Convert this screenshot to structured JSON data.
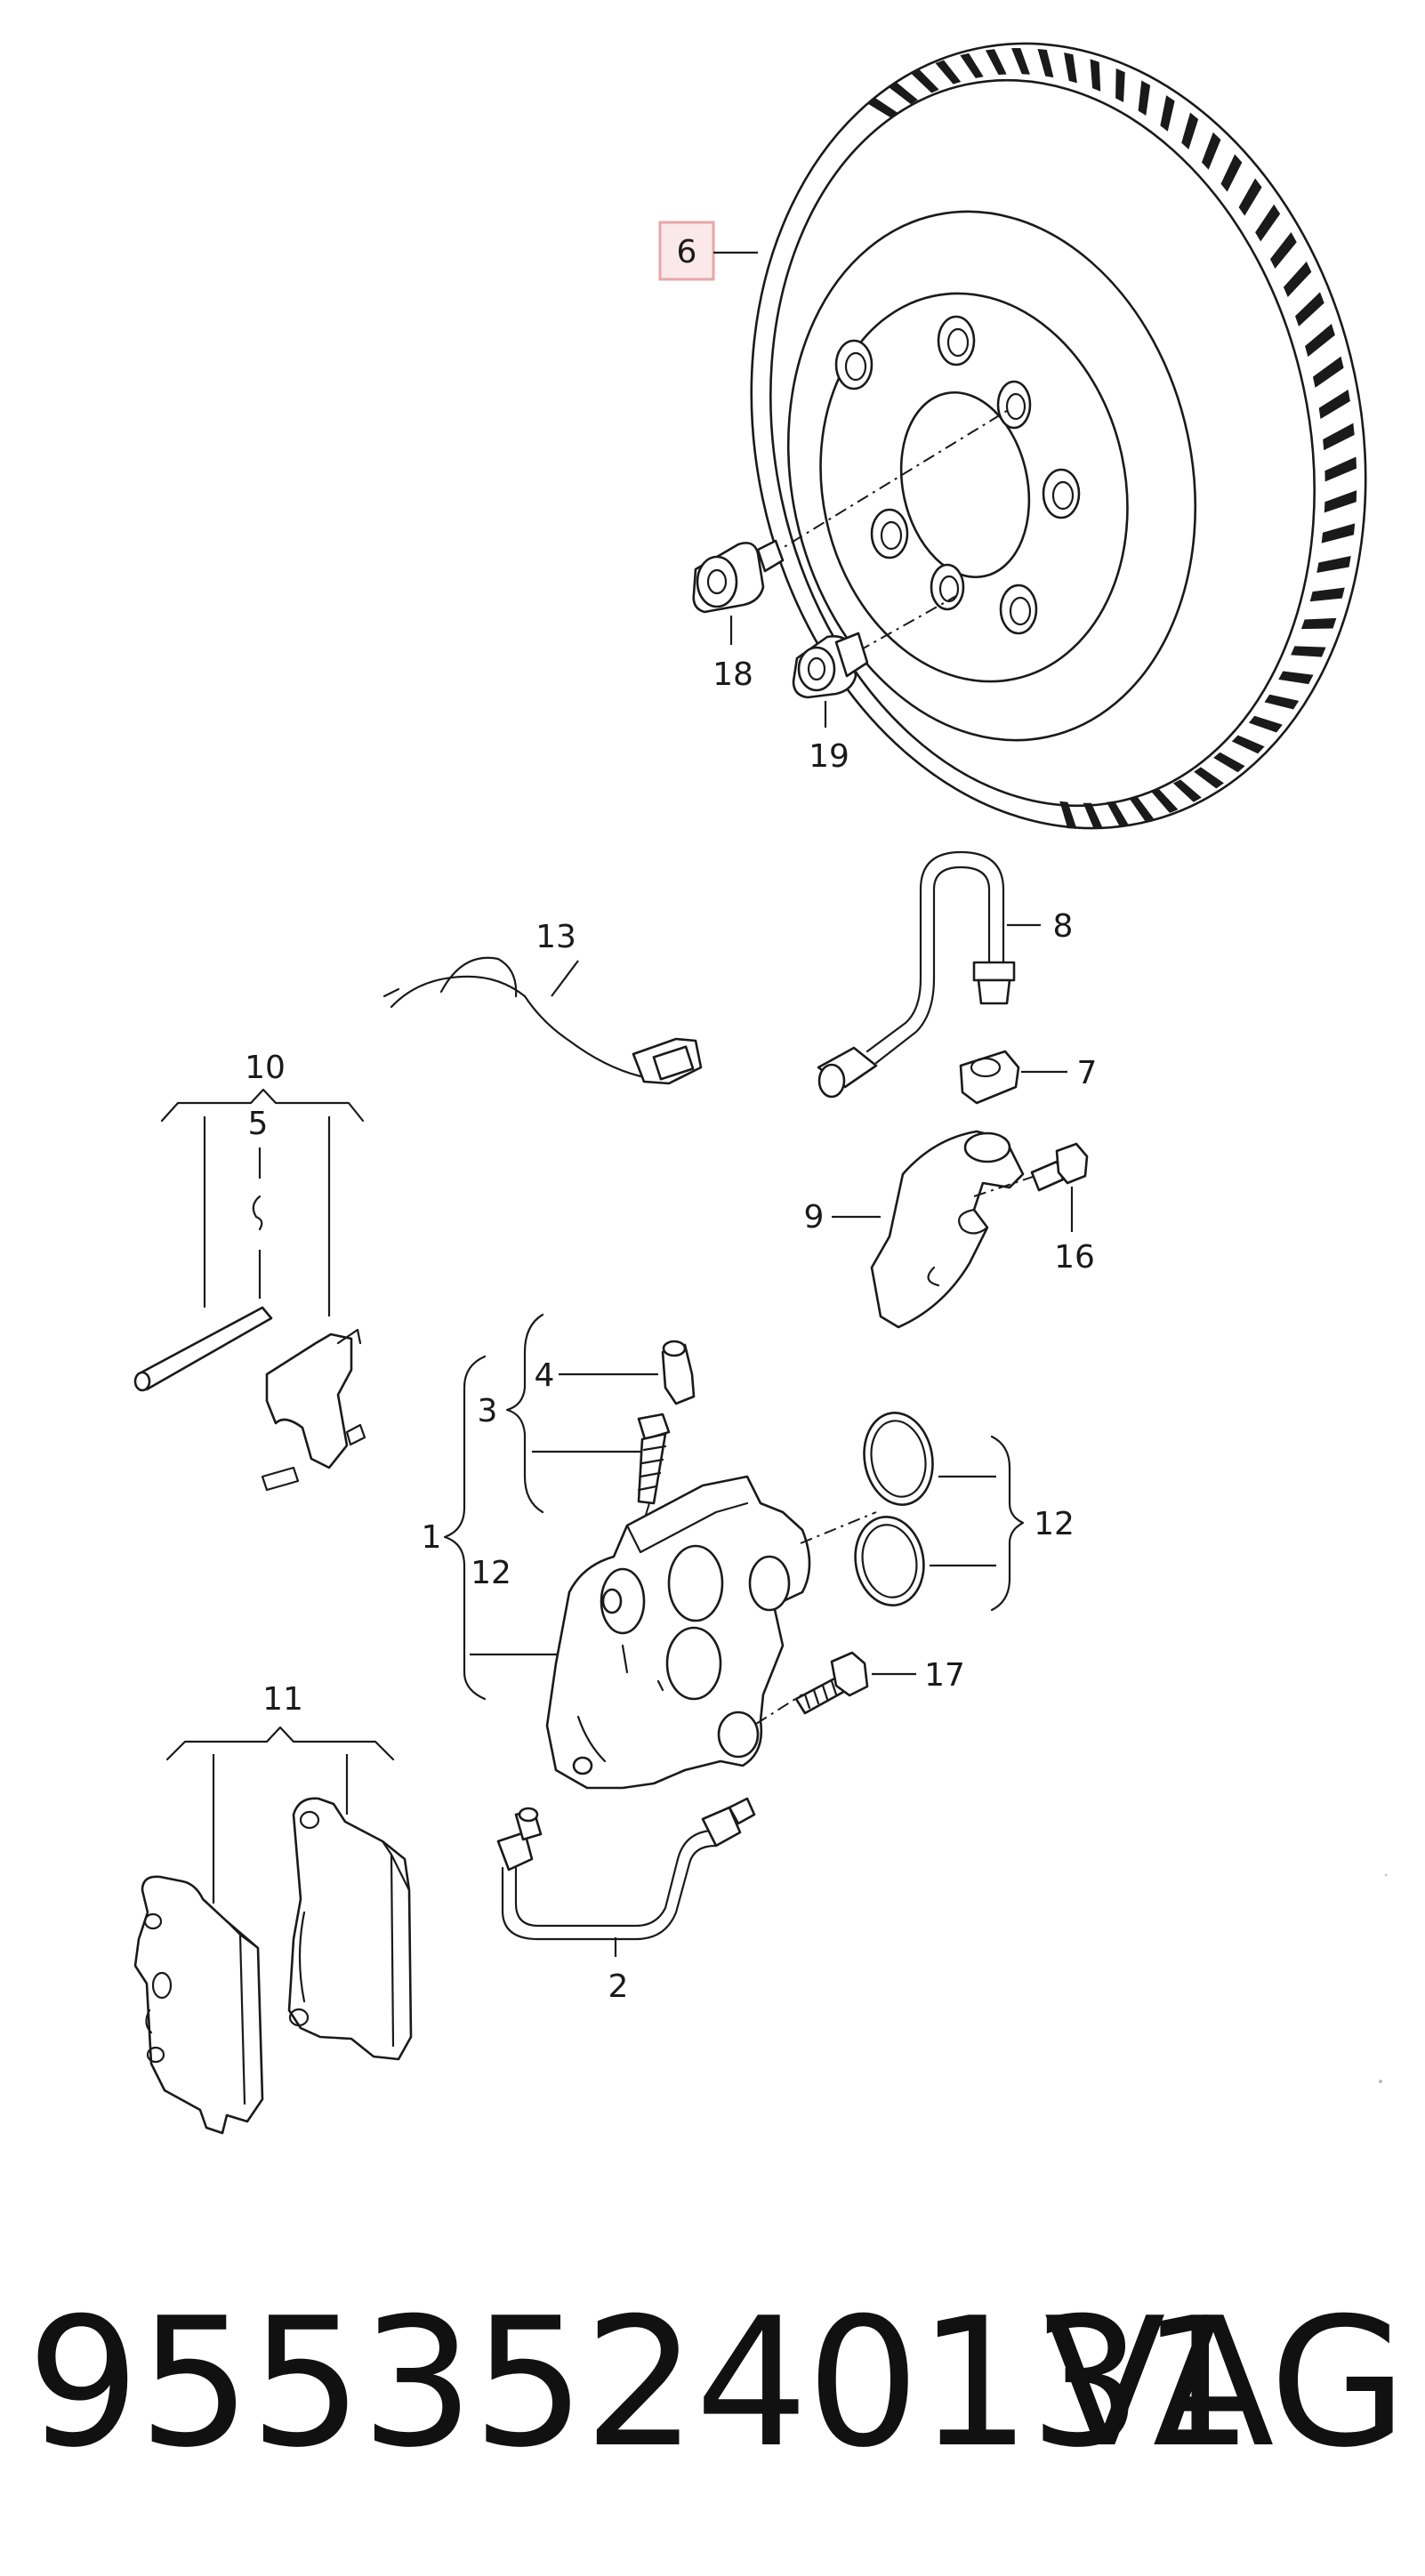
{
  "callouts": {
    "c1": "1",
    "c2": "2",
    "c3": "3",
    "c4": "4",
    "c5": "5",
    "c6": "6",
    "c7": "7",
    "c8": "8",
    "c9": "9",
    "c10": "10",
    "c11": "11",
    "c12a": "12",
    "c12b": "12",
    "c13": "13",
    "c16": "16",
    "c17": "17",
    "c18": "18",
    "c19": "19"
  },
  "highlight_color": "#e8a6a8",
  "highlight_fill": "#fbe9ea",
  "footer": {
    "part_number": "95535240131",
    "brand": "VAG"
  }
}
